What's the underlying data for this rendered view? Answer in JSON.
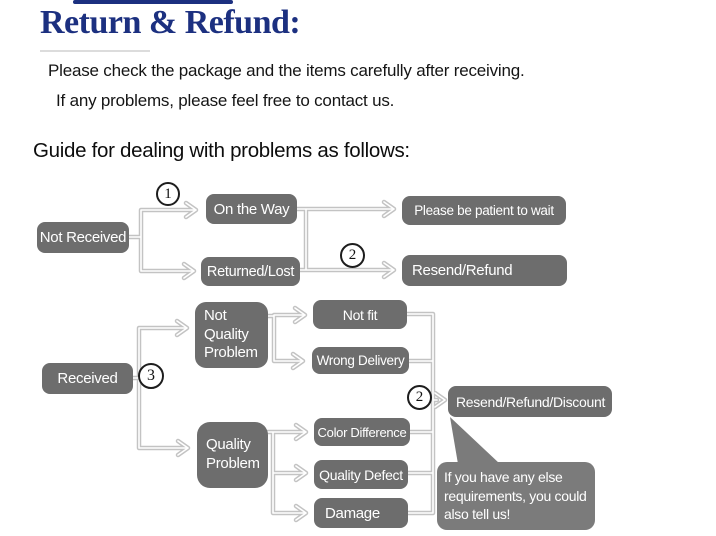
{
  "header": {
    "title": "Return & Refund:",
    "line1": "Please check the package and the items carefully after receiving.",
    "line2": "If any problems, please feel free to contact us.",
    "guide_heading": "Guide for dealing with problems as follows:"
  },
  "flowchart": {
    "nodes": {
      "not_received": {
        "label": "Not Received"
      },
      "on_the_way": {
        "label": "On the Way"
      },
      "returned_lost": {
        "label": "Returned/Lost"
      },
      "please_wait": {
        "label": "Please be patient to wait"
      },
      "resend_refund": {
        "label": "Resend/Refund"
      },
      "received": {
        "label": "Received"
      },
      "not_quality_problem": {
        "lines": [
          "Not",
          "Quality",
          "Problem"
        ]
      },
      "not_fit": {
        "label": "Not fit"
      },
      "wrong_delivery": {
        "label": "Wrong Delivery"
      },
      "quality_problem": {
        "lines": [
          "Quality",
          "Problem"
        ]
      },
      "color_difference": {
        "label": "Color Difference"
      },
      "quality_defect": {
        "label": "Quality Defect"
      },
      "damage": {
        "label": "Damage"
      },
      "resend_refund_discount": {
        "label": "Resend/Refund/Discount"
      }
    },
    "steps": {
      "one": "1",
      "two_top": "2",
      "three": "3",
      "two_bottom": "2"
    },
    "bubble": {
      "lines": [
        "If you have any else",
        "requirements, you could",
        "also tell us!"
      ]
    },
    "colors": {
      "title_navy": "#1c3080",
      "box_gray": "#6d6d6d",
      "bubble_gray": "#7b7b7b",
      "connector_gray": "#c3c3c3",
      "step_circle_border": "#1d1d1d"
    }
  }
}
